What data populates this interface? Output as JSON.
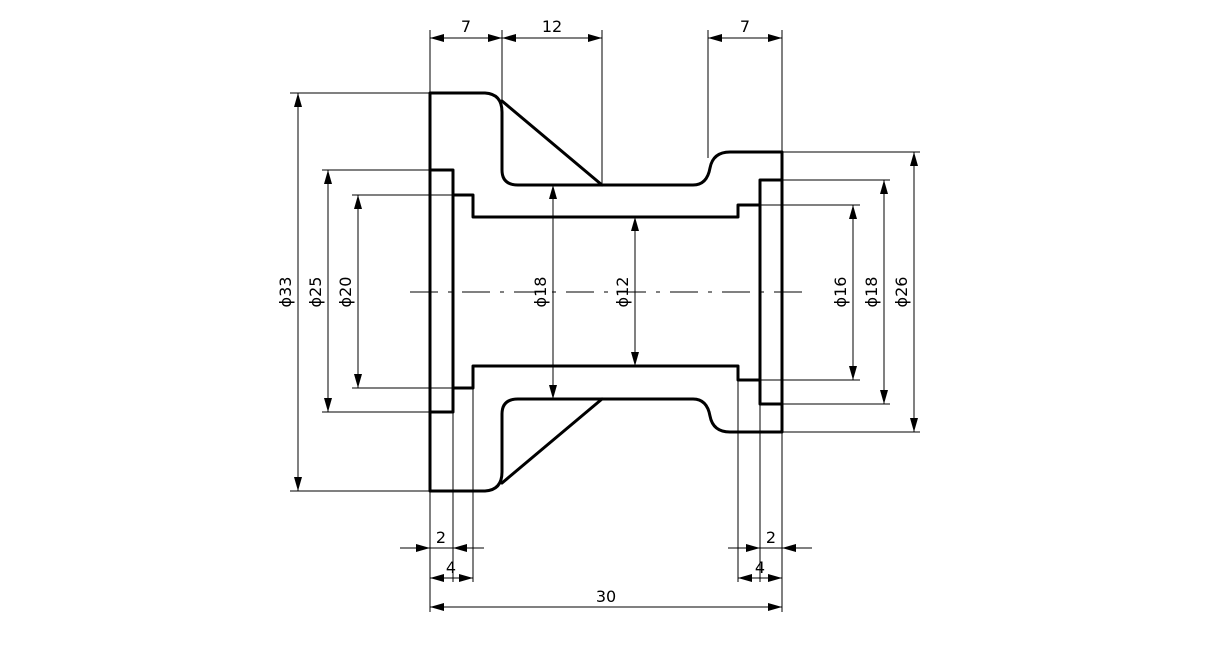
{
  "drawing": {
    "dimensions": {
      "top_left_width": "7",
      "top_mid_width": "12",
      "top_right_width": "7",
      "left_dia_outer": "ϕ33",
      "left_dia_mid": "ϕ25",
      "left_dia_inner": "ϕ20",
      "bore_dia_a": "ϕ18",
      "bore_dia_b": "ϕ12",
      "right_dia_inner": "ϕ16",
      "right_dia_mid": "ϕ18",
      "right_dia_outer": "ϕ26",
      "left_step_2": "2",
      "left_step_4": "4",
      "right_step_2": "2",
      "right_step_4": "4",
      "overall_length": "30"
    }
  }
}
